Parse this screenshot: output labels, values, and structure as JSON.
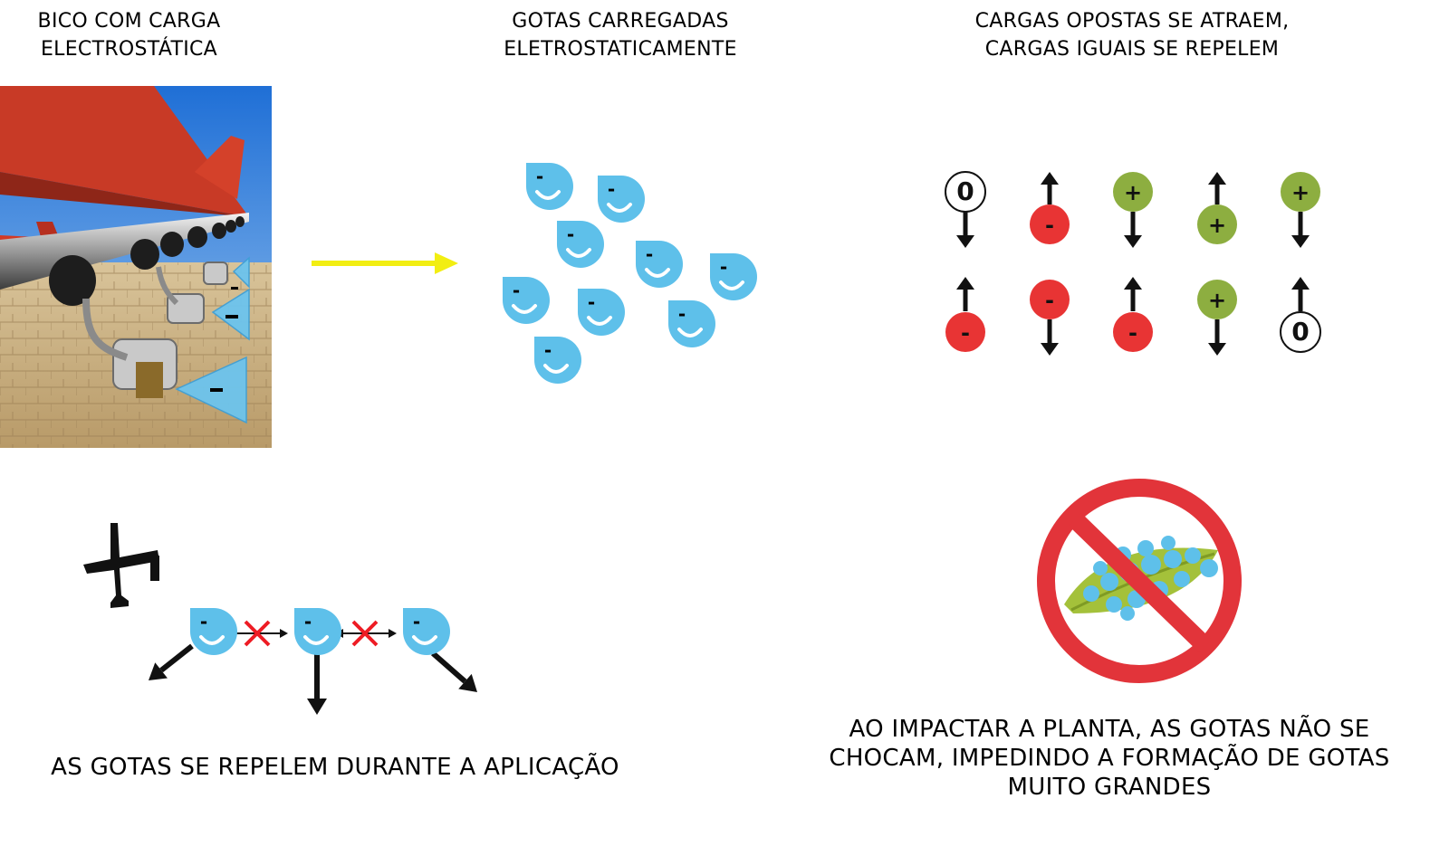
{
  "captions": {
    "nozzle": [
      "BICO COM CARGA",
      "ELECTROSTÁTICA"
    ],
    "charged_drops": [
      "GOTAS CARREGADAS",
      "ELETROSTATICAMENTE"
    ],
    "charges_rule": [
      "CARGAS OPOSTAS SE ATRAEM,",
      "CARGAS IGUAIS SE REPELEM"
    ],
    "repel": "AS GOTAS SE REPELEM DURANTE A APLICAÇÃO",
    "impact": [
      "AO IMPACTAR A PLANTA, AS GOTAS NÃO SE",
      "CHOCAM, IMPEDINDO A FORMAÇÃO DE GOTAS",
      "MUITO GRANDES"
    ]
  },
  "symbols": {
    "neg": "-",
    "pos": "+",
    "neutral": "0"
  },
  "colors": {
    "drop": "#5ec0ea",
    "arrow_yellow": "#f2ee12",
    "neg_charge": "#e83434",
    "pos_charge": "#8dae40",
    "no_sign": "#e2343a",
    "cross": "#ee1c24"
  },
  "charge_rows": [
    [
      "0",
      "-",
      "+",
      "+",
      "+"
    ],
    [
      "-",
      "-",
      "-",
      "+",
      "0"
    ]
  ],
  "icons": [
    "airplane-icon",
    "no-sign-icon",
    "leaf-icon",
    "water-drop-icon"
  ]
}
